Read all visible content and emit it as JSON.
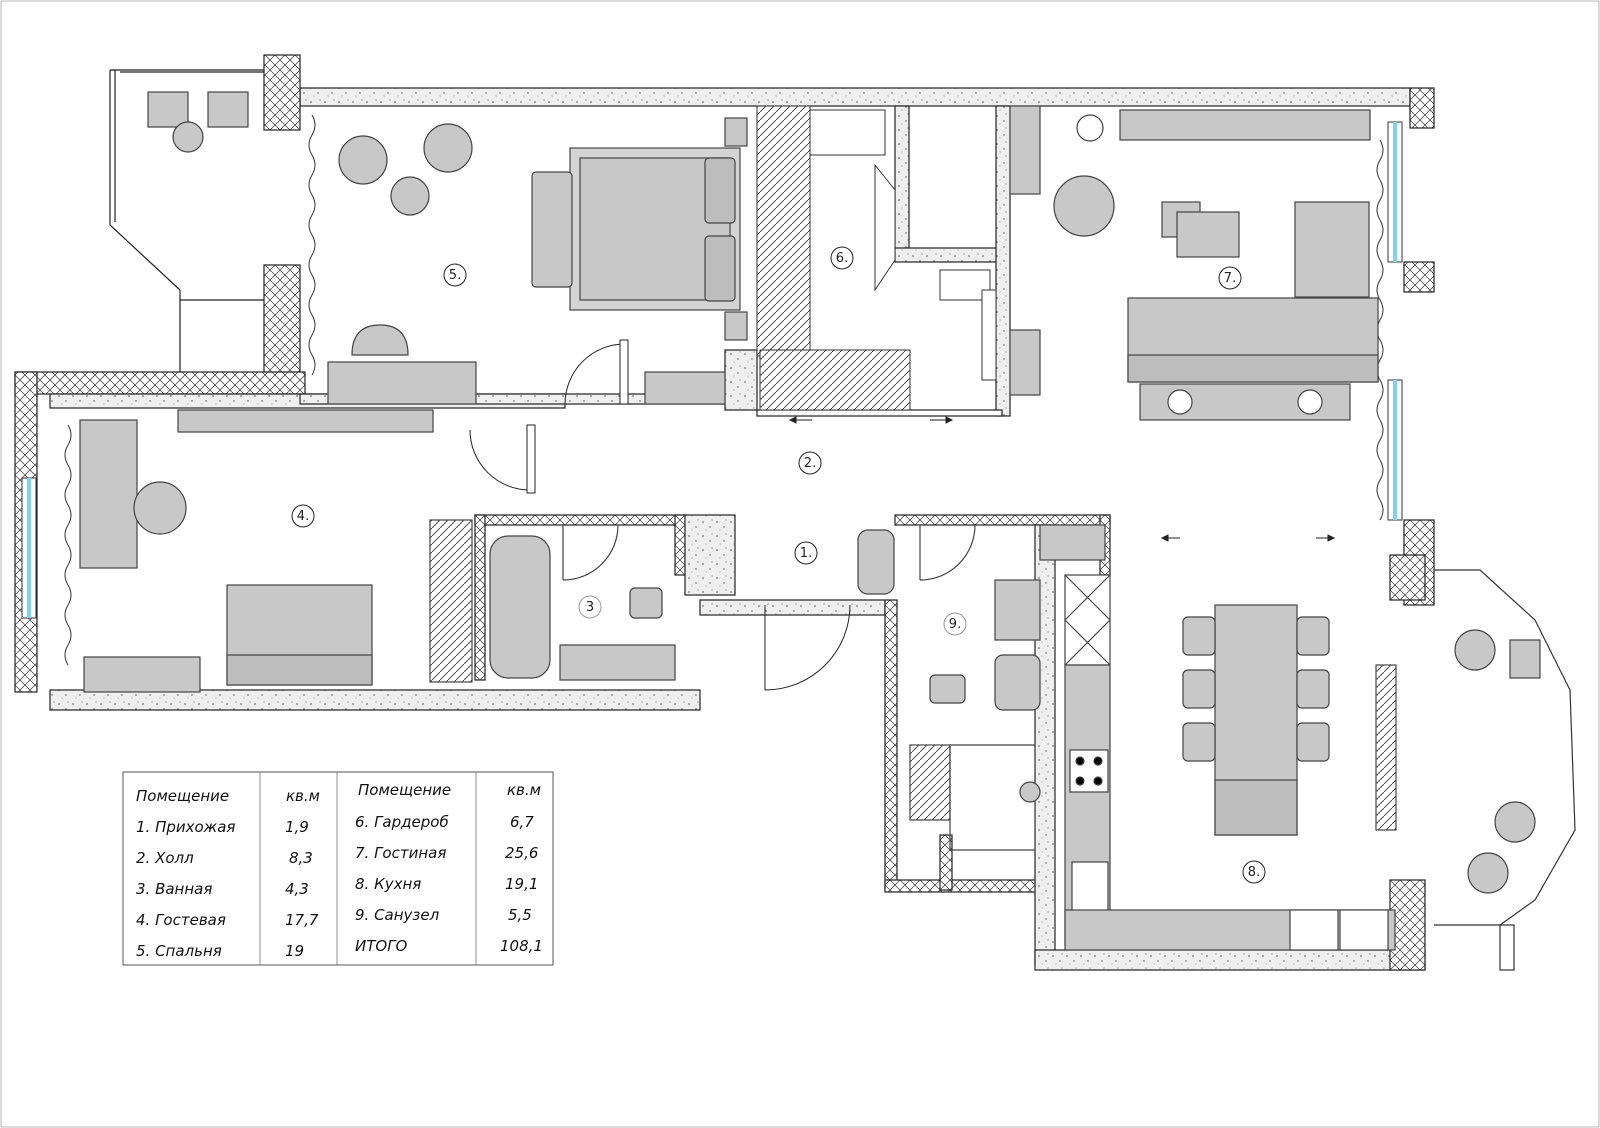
{
  "rooms": [
    {
      "num": "1.",
      "name": "Прихожая",
      "area": "1,9"
    },
    {
      "num": "2.",
      "name": "Холл",
      "area": "8,3"
    },
    {
      "num": "3.",
      "name": "Ванная",
      "area": "4,3"
    },
    {
      "num": "4.",
      "name": "Гостевая",
      "area": "17,7"
    },
    {
      "num": "5.",
      "name": "Спальня",
      "area": "19"
    },
    {
      "num": "6.",
      "name": "Гардероб",
      "area": "6,7"
    },
    {
      "num": "7.",
      "name": "Гостиная",
      "area": "25,6"
    },
    {
      "num": "8.",
      "name": "Кухня",
      "area": "19,1"
    },
    {
      "num": "9.",
      "name": "Санузел",
      "area": "5,5"
    }
  ],
  "marker_labels": {
    "m1": "1.",
    "m2": "2.",
    "m3": "3",
    "m4": "4.",
    "m5": "5.",
    "m6": "6.",
    "m7": "7.",
    "m8": "8.",
    "m9": "9."
  },
  "table": {
    "col_room": "Помещение",
    "col_area": "кв.м",
    "left_rows": [
      {
        "room": "1.  Прихожая",
        "area": "1,9"
      },
      {
        "room": "2.  Холл",
        "area": "8,3"
      },
      {
        "room": "3.  Ванная",
        "area": "4,3"
      },
      {
        "room": "4.  Гостевая",
        "area": "17,7"
      },
      {
        "room": "5.  Спальня",
        "area": "19"
      }
    ],
    "right_rows": [
      {
        "room": "6.  Гардероб",
        "area": "6,7"
      },
      {
        "room": "7.  Гостиная",
        "area": "25,6"
      },
      {
        "room": "8.  Кухня",
        "area": "19,1"
      },
      {
        "room": "9.  Санузел",
        "area": "5,5"
      },
      {
        "room": "ИТОГО",
        "area": "108,1"
      }
    ]
  },
  "colors": {
    "wall_fill": "#e8e8e8",
    "furniture_fill": "#c8c8c8",
    "furniture_stroke": "#444444",
    "line": "#222222",
    "window_glass": "#7fd3f0"
  }
}
